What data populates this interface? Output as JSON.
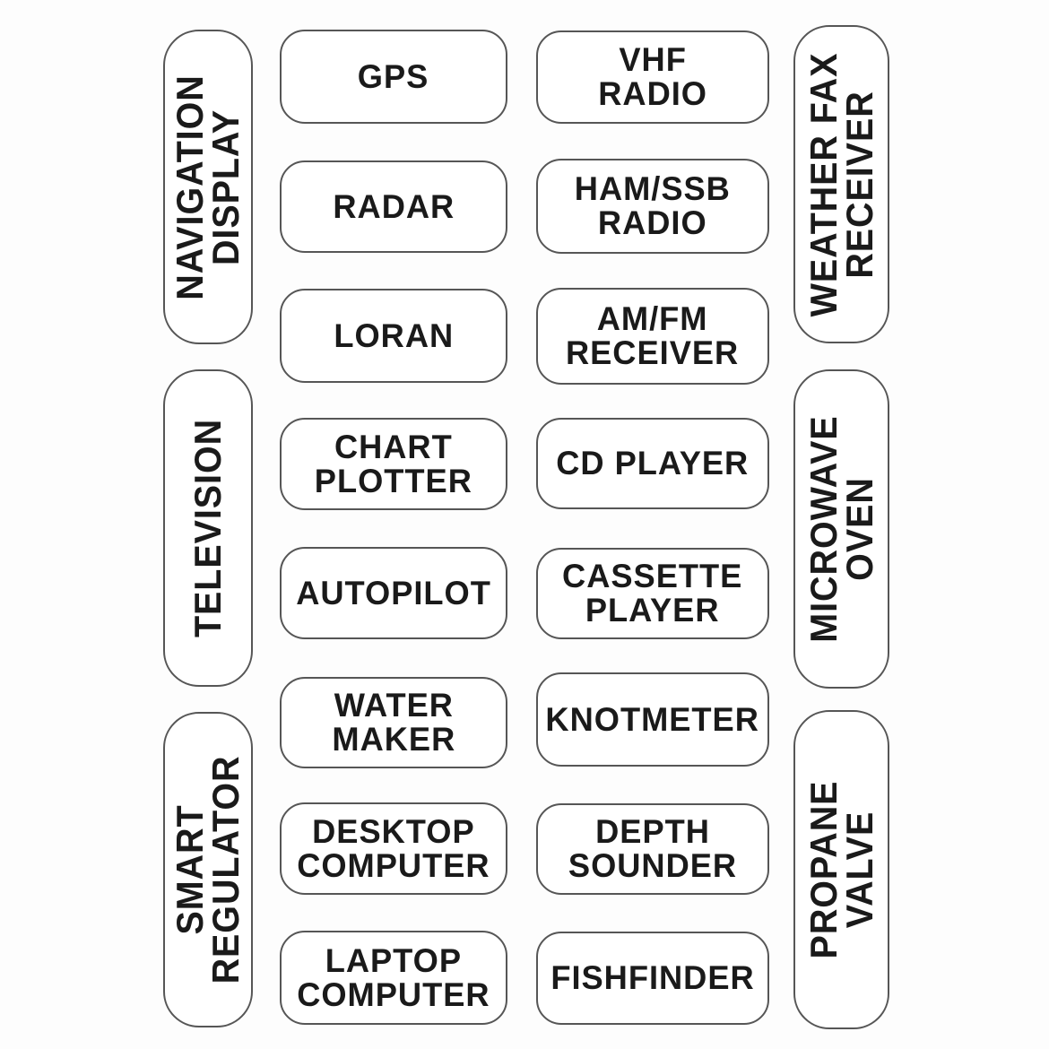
{
  "sheet": {
    "description": "Marine electrical panel label sticker sheet",
    "left_column": {
      "navigation_display": "NAVIGATION\nDISPLAY",
      "television": "TELEVISION",
      "smart_regulator": "SMART\nREGULATOR"
    },
    "center_left_column": {
      "gps": "GPS",
      "radar": "RADAR",
      "loran": "LORAN",
      "chart_plotter": "CHART\nPLOTTER",
      "autopilot": "AUTOPILOT",
      "water_maker": "WATER\nMAKER",
      "desktop_computer": "DESKTOP\nCOMPUTER",
      "laptop_computer": "LAPTOP\nCOMPUTER"
    },
    "center_right_column": {
      "vhf_radio": "VHF\nRADIO",
      "ham_ssb_radio": "HAM/SSB\nRADIO",
      "am_fm_receiver": "AM/FM\nRECEIVER",
      "cd_player": "CD PLAYER",
      "cassette_player": "CASSETTE\nPLAYER",
      "knotmeter": "KNOTMETER",
      "depth_sounder": "DEPTH\nSOUNDER",
      "fishfinder": "FISHFINDER"
    },
    "right_column": {
      "weather_fax_receiver": "WEATHER FAX\nRECEIVER",
      "microwave_oven": "MICROWAVE\nOVEN",
      "propane_valve": "PROPANE\nVALVE"
    }
  },
  "colors": {
    "background": "#ffffff",
    "label_border": "#565656",
    "label_text": "#1a1a1a"
  }
}
